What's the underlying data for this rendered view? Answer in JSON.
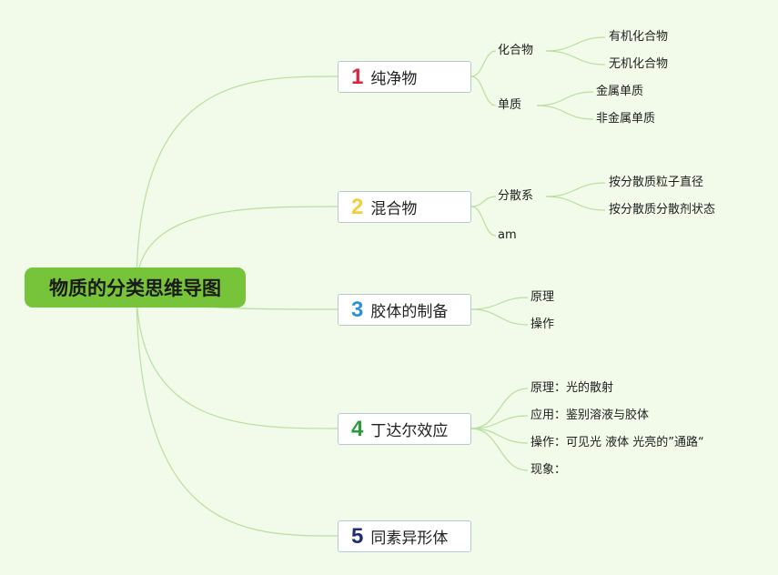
{
  "root": {
    "label": "物质的分类思维导图"
  },
  "branches": [
    {
      "num": "1",
      "num_color": "#d9263d",
      "label": "纯净物",
      "children": [
        {
          "label": "化合物",
          "children": [
            "有机化合物",
            "无机化合物"
          ]
        },
        {
          "label": "单质",
          "children": [
            "金属单质",
            "非金属单质"
          ]
        }
      ]
    },
    {
      "num": "2",
      "num_color": "#f2cf3a",
      "label": "混合物",
      "children": [
        {
          "label": "分散系",
          "children": [
            "按分散质粒子直径",
            "按分散质分散剂状态"
          ]
        },
        {
          "label": "am",
          "children": []
        }
      ]
    },
    {
      "num": "3",
      "num_color": "#2f90d6",
      "label": "胶体的制备",
      "children": [
        {
          "label": "原理",
          "children": []
        },
        {
          "label": "操作",
          "children": []
        }
      ]
    },
    {
      "num": "4",
      "num_color": "#2a9a3a",
      "label": "丁达尔效应",
      "children": [
        {
          "label": "原理：光的散射",
          "children": []
        },
        {
          "label": "应用：鉴别溶液与胶体",
          "children": []
        },
        {
          "label": "操作：可见光 液体 光亮的”通路“",
          "children": []
        },
        {
          "label": "现象：",
          "children": []
        }
      ]
    },
    {
      "num": "5",
      "num_color": "#1e2f7a",
      "label": "同素异形体",
      "children": []
    }
  ],
  "colors": {
    "line": "#b9dfa0",
    "root_fill": "#77c43b",
    "background": "#f2fae9"
  }
}
